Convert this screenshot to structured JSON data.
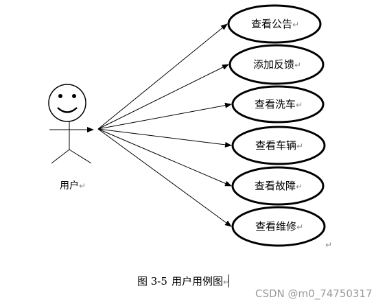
{
  "actor": {
    "label": "用户",
    "mark": "↵"
  },
  "use_cases": [
    {
      "label": "查看公告",
      "mark": "↵"
    },
    {
      "label": "添加反馈",
      "mark": "↵"
    },
    {
      "label": "查看洗车",
      "mark": "↵"
    },
    {
      "label": "查看车辆",
      "mark": "↵"
    },
    {
      "label": "查看故障",
      "mark": "↵"
    },
    {
      "label": "查看维修",
      "mark": "↵"
    }
  ],
  "stray_mark": "↵",
  "caption": {
    "number": "图 3-5",
    "title": "用户用例图",
    "mark": "↵"
  },
  "watermark": "CSDN @m0_74750317"
}
